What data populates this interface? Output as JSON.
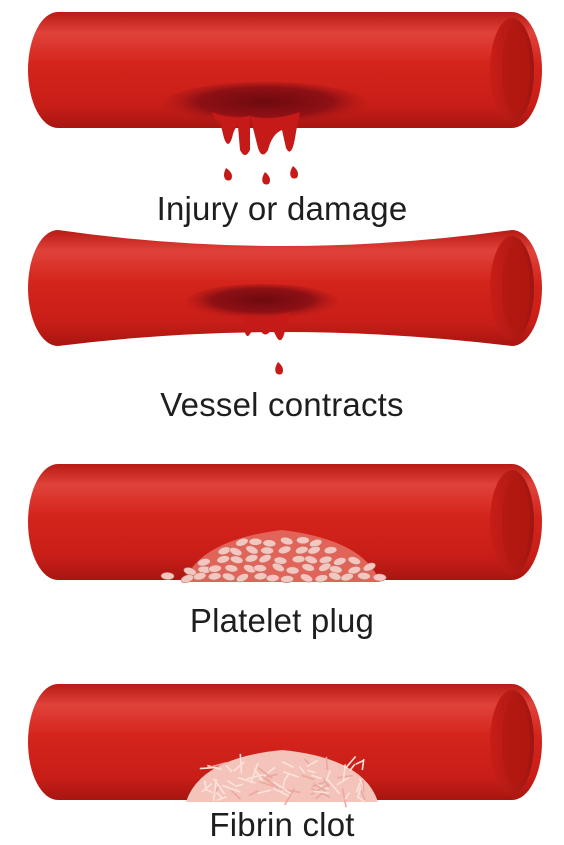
{
  "colors": {
    "vessel_main": "#d4241c",
    "vessel_highlight": "#e2473d",
    "vessel_shadow": "#a81511",
    "vessel_end_inner": "#9f1511",
    "wound_dark": "#7d0e12",
    "blood": "#c51a17",
    "platelet": "#f3c7bf",
    "platelet_outline": "#c7736b",
    "fibrin": "#fbe3dc",
    "fibrin_dark": "#e9a9a0",
    "label_text": "#1e1e1e"
  },
  "stages": [
    {
      "label": "Injury or damage",
      "icon": "bleeding-vessel-icon"
    },
    {
      "label": "Vessel contracts",
      "icon": "constricted-vessel-icon"
    },
    {
      "label": "Platelet plug",
      "icon": "platelet-plug-icon"
    },
    {
      "label": "Fibrin clot",
      "icon": "fibrin-clot-icon"
    }
  ]
}
